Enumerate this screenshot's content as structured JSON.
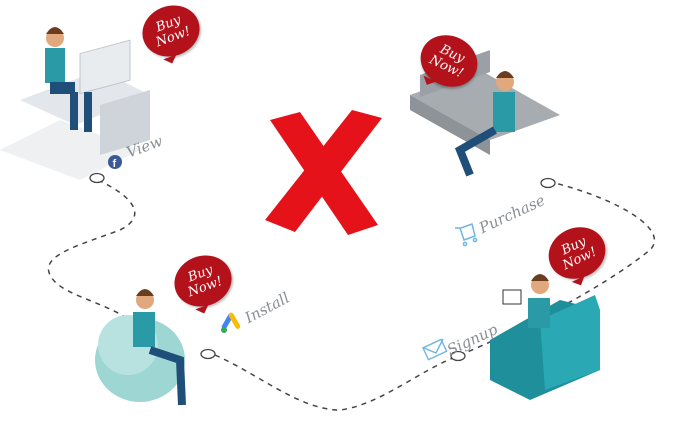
{
  "stages": [
    {
      "label": "View",
      "icon": "facebook-icon"
    },
    {
      "label": "Install",
      "icon": "google-ads-icon"
    },
    {
      "label": "Signup",
      "icon": "envelope-icon"
    },
    {
      "label": "Purchase",
      "icon": "shopping-cart-icon"
    }
  ],
  "bubble_text": "Buy Now!",
  "colors": {
    "bubble": "#b3121b",
    "cross": "#e5121a",
    "teal": "#2a9aa6",
    "path": "#444444"
  }
}
